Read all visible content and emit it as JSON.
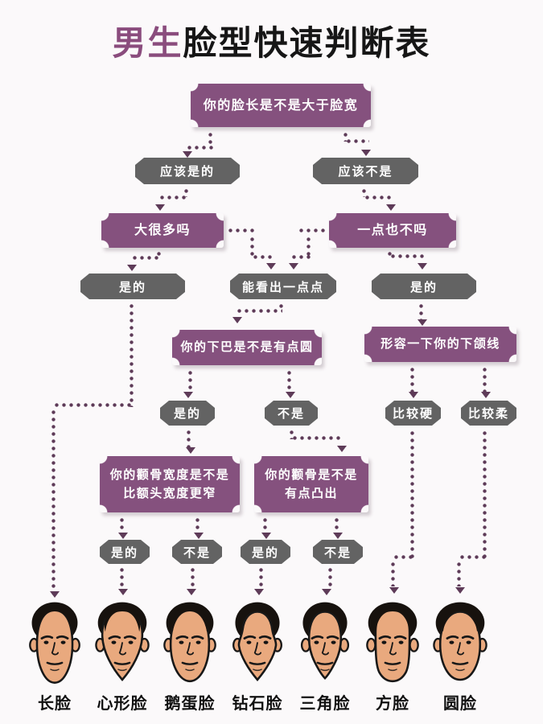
{
  "title": {
    "accent": "男生",
    "rest": "脸型快速判断表"
  },
  "flow": {
    "q_face_long": "你的脸长是不是大于脸宽",
    "a_probably_yes": "应该是的",
    "a_probably_no": "应该不是",
    "q_much_bigger": "大很多吗",
    "q_not_at_all": "一点也不吗",
    "a_yes_left": "是的",
    "a_slightly": "能看出一点点",
    "a_yes_right": "是的",
    "q_chin_round": "你的下巴是不是有点圆",
    "q_jawline": "形容一下你的下颌线",
    "a_yes_chin": "是的",
    "a_no_chin": "不是",
    "a_hard": "比较硬",
    "a_soft": "比较柔",
    "q_cheekbone_width_line1": "你的颧骨宽度是不是",
    "q_cheekbone_width_line2": "比额头宽度更窄",
    "q_cheekbone_out_line1": "你的颧骨是不是",
    "q_cheekbone_out_line2": "有点凸出",
    "a_yes_cb1": "是的",
    "a_no_cb1": "不是",
    "a_yes_cb2": "是的",
    "a_no_cb2": "不是"
  },
  "faces": [
    {
      "label": "长脸",
      "type": "long"
    },
    {
      "label": "心形脸",
      "type": "heart"
    },
    {
      "label": "鹅蛋脸",
      "type": "oval"
    },
    {
      "label": "钻石脸",
      "type": "diamond"
    },
    {
      "label": "三角脸",
      "type": "triangle"
    },
    {
      "label": "方脸",
      "type": "square"
    },
    {
      "label": "圆脸",
      "type": "round"
    }
  ],
  "colors": {
    "question_node": "#85517E",
    "answer_node": "#636363",
    "connector_dots": "#5E3B58",
    "title_accent": "#8A4C7D",
    "skin": "#E9A97E",
    "hair": "#17120E"
  }
}
